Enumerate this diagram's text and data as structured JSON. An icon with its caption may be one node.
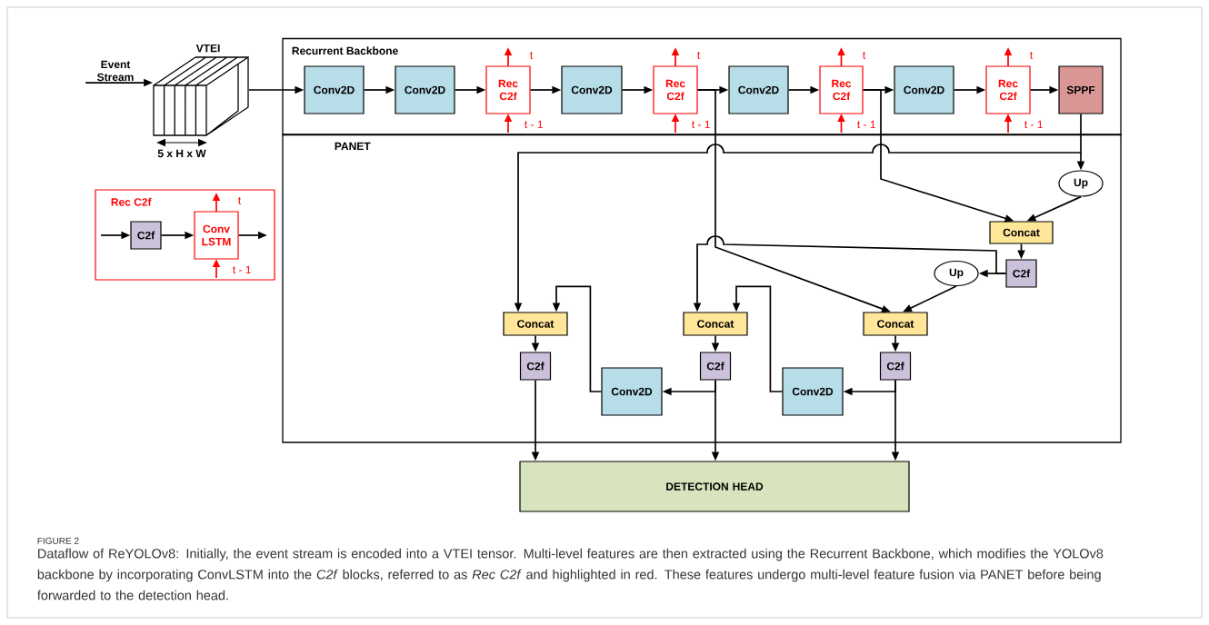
{
  "diagram": {
    "caption": "Dataflow of ReYOLOv8: Initially, the event stream is encoded into a VTEI tensor. Multi-level features are then extracted using the Recurrent Backbone, which modifies the YOLOv8 backbone by incorporating ConvLSTM into the *C2f* blocks, referred to as *Rec C2f* and highlighted in red. These features undergo multi-level feature fusion via PANET before being forwarded to the detection head.",
    "nodes": [
      {
        "text": [
          "Recurrent Backbone"
        ]
      },
      {
        "text": [
          "PANET"
        ]
      },
      {
        "text": [
          "Event Stream"
        ]
      },
      {
        "text": [
          "VTEI"
        ],
        "beside": [
          "5 x H x W"
        ]
      },
      {
        "text": [
          "Conv2D"
        ],
        "in": 0
      },
      {
        "text": [
          "Conv2D"
        ],
        "in": 0
      },
      {
        "text": [
          "Rec C2f"
        ],
        "in": 0,
        "beside": [
          "t",
          "t - 1"
        ]
      },
      {
        "text": [
          "Conv2D"
        ],
        "in": 0
      },
      {
        "text": [
          "Rec C2f"
        ],
        "in": 0,
        "beside": [
          "t",
          "t - 1"
        ]
      },
      {
        "text": [
          "Conv2D"
        ],
        "in": 0
      },
      {
        "text": [
          "Rec C2f"
        ],
        "in": 0,
        "beside": [
          "t",
          "t - 1"
        ]
      },
      {
        "text": [
          "Conv2D"
        ],
        "in": 0
      },
      {
        "text": [
          "Rec C2f"
        ],
        "in": 0,
        "beside": [
          "t",
          "t - 1"
        ]
      },
      {
        "text": [
          "SPPF"
        ],
        "in": 0
      },
      {
        "text": [
          "Up"
        ],
        "in": 1
      },
      {
        "text": [
          "Concat"
        ],
        "in": 1
      },
      {
        "text": [
          "C2f"
        ],
        "in": 1
      },
      {
        "text": [
          "Up"
        ],
        "in": 1
      },
      {
        "text": [
          "Concat"
        ],
        "in": 1
      },
      {
        "text": [
          "Concat"
        ],
        "in": 1
      },
      {
        "text": [
          "Concat"
        ],
        "in": 1
      },
      {
        "text": [
          "C2f"
        ],
        "in": 1
      },
      {
        "text": [
          "C2f"
        ],
        "in": 1
      },
      {
        "text": [
          "C2f"
        ],
        "in": 1
      },
      {
        "text": [
          "Conv2D"
        ],
        "in": 1
      },
      {
        "text": [
          "Conv2D"
        ],
        "in": 1
      },
      {
        "text": [
          "DETECTION HEAD"
        ]
      },
      {
        "text": [
          "Rec C2f"
        ]
      },
      {
        "text": [
          "C2f"
        ],
        "in": 27
      },
      {
        "text": [
          "Conv LSTM"
        ],
        "in": 27,
        "beside": [
          "t",
          "t - 1"
        ]
      }
    ],
    "edges": [
      {
        "from": 2,
        "to": 3,
        "arrow": "to"
      },
      {
        "from": 3,
        "to": 4,
        "arrow": "to"
      },
      {
        "from": 4,
        "to": 5,
        "arrow": "to"
      },
      {
        "from": 5,
        "to": 6,
        "arrow": "to"
      },
      {
        "from": 6,
        "to": 7,
        "arrow": "to"
      },
      {
        "from": 7,
        "to": 8,
        "arrow": "to"
      },
      {
        "from": 8,
        "to": 9,
        "arrow": "to"
      },
      {
        "from": 9,
        "to": 10,
        "arrow": "to"
      },
      {
        "from": 10,
        "to": 11,
        "arrow": "to"
      },
      {
        "from": 11,
        "to": 12,
        "arrow": "to"
      },
      {
        "from": 12,
        "to": 13,
        "arrow": "to"
      },
      {
        "from": 8,
        "to": 20,
        "arrow": "to"
      },
      {
        "from": 10,
        "to": 15,
        "arrow": "to"
      },
      {
        "from": 13,
        "to": 14,
        "arrow": "to"
      },
      {
        "from": 13,
        "to": 18,
        "arrow": "to"
      },
      {
        "from": 14,
        "to": 15,
        "arrow": "to"
      },
      {
        "from": 15,
        "to": 16,
        "arrow": "to"
      },
      {
        "from": 16,
        "to": 17,
        "arrow": "to"
      },
      {
        "from": 16,
        "to": 19,
        "arrow": "to"
      },
      {
        "from": 17,
        "to": 20,
        "arrow": "to"
      },
      {
        "from": 18,
        "to": 21,
        "arrow": "to"
      },
      {
        "from": 19,
        "to": 22,
        "arrow": "to"
      },
      {
        "from": 20,
        "to": 23,
        "arrow": "to"
      },
      {
        "from": 21,
        "to": 26,
        "arrow": "to"
      },
      {
        "from": 22,
        "to": 26,
        "arrow": "to"
      },
      {
        "from": 23,
        "to": 26,
        "arrow": "to"
      },
      {
        "from": 22,
        "to": 24,
        "arrow": "to"
      },
      {
        "from": 23,
        "to": 25,
        "arrow": "to"
      },
      {
        "from": 24,
        "to": 18,
        "arrow": "to"
      },
      {
        "from": 25,
        "to": 19,
        "arrow": "to"
      },
      {
        "from": null,
        "to": 28,
        "arrow": "to"
      },
      {
        "from": 28,
        "to": 29,
        "arrow": "to"
      },
      {
        "from": 29,
        "to": null,
        "arrow": "to"
      }
    ],
    "labels": [
      "FIGURE 2"
    ]
  }
}
